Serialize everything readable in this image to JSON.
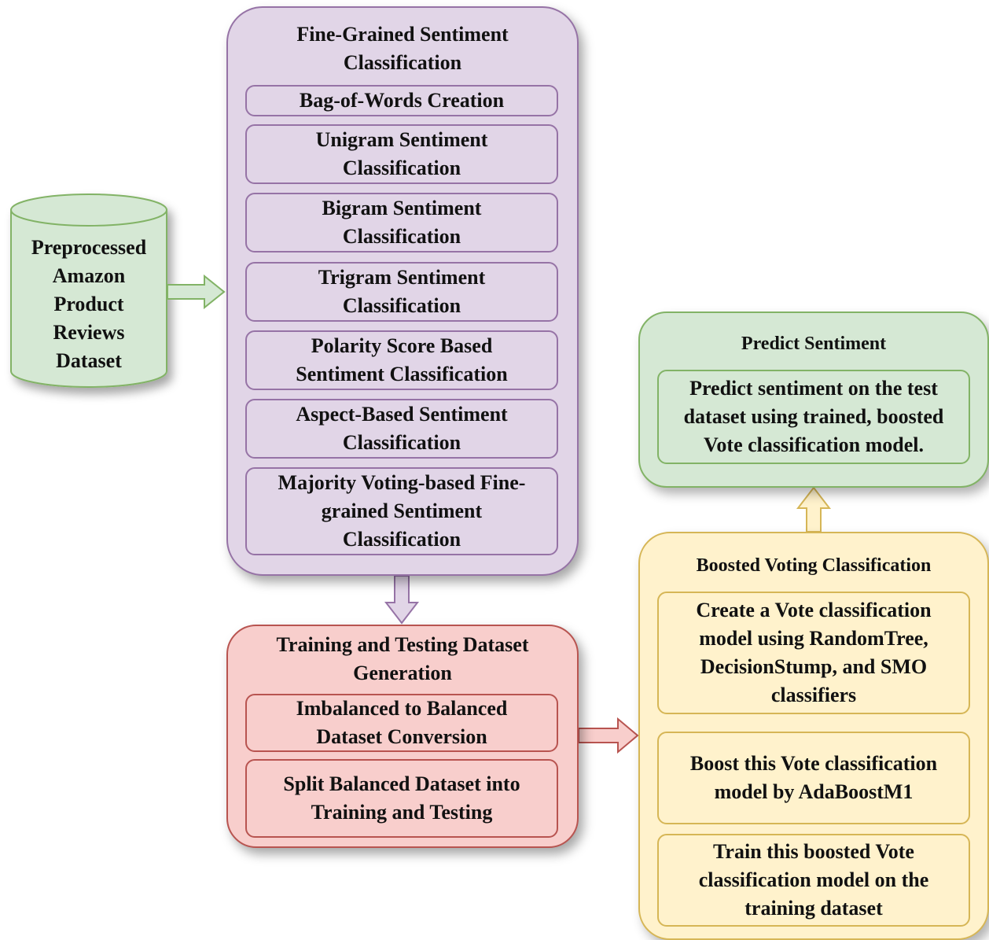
{
  "dataset": {
    "label_lines": [
      "Preprocessed",
      "Amazon",
      "Product",
      "Reviews",
      "Dataset"
    ]
  },
  "fine_grained": {
    "title_lines": [
      "Fine-Grained Sentiment",
      "Classification"
    ],
    "steps": [
      {
        "lines": [
          "Bag-of-Words Creation"
        ]
      },
      {
        "lines": [
          "Unigram Sentiment",
          "Classification"
        ]
      },
      {
        "lines": [
          "Bigram Sentiment",
          "Classification"
        ]
      },
      {
        "lines": [
          "Trigram Sentiment",
          "Classification"
        ]
      },
      {
        "lines": [
          "Polarity Score Based",
          "Sentiment Classification"
        ]
      },
      {
        "lines": [
          "Aspect-Based Sentiment",
          "Classification"
        ]
      },
      {
        "lines": [
          "Majority Voting-based Fine-",
          "grained Sentiment",
          "Classification"
        ]
      }
    ]
  },
  "training": {
    "title_lines": [
      "Training and Testing Dataset",
      "Generation"
    ],
    "steps": [
      {
        "lines": [
          "Imbalanced to Balanced",
          "Dataset Conversion"
        ]
      },
      {
        "lines": [
          "Split Balanced Dataset into",
          "Training and Testing"
        ]
      }
    ]
  },
  "boosted": {
    "title_lines": [
      "Boosted Voting Classification"
    ],
    "steps": [
      {
        "lines": [
          "Create a Vote classification",
          "model using RandomTree,",
          "DecisionStump, and SMO",
          "classifiers"
        ]
      },
      {
        "lines": [
          "Boost this Vote classification",
          "model by AdaBoostM1"
        ]
      },
      {
        "lines": [
          "Train this boosted Vote",
          "classification model on the",
          "training dataset"
        ]
      }
    ]
  },
  "predict": {
    "title_lines": [
      "Predict Sentiment"
    ],
    "steps": [
      {
        "lines": [
          "Predict sentiment on the test",
          "dataset using trained, boosted",
          "Vote classification model."
        ]
      }
    ]
  },
  "colors": {
    "purple_fill": "#e1d5e7",
    "purple_stroke": "#9673a6",
    "red_fill": "#f8cecc",
    "red_stroke": "#b85450",
    "yellow_fill": "#fff2cc",
    "yellow_stroke": "#d6b656",
    "green_fill": "#d5e8d4",
    "green_stroke": "#82b366"
  }
}
